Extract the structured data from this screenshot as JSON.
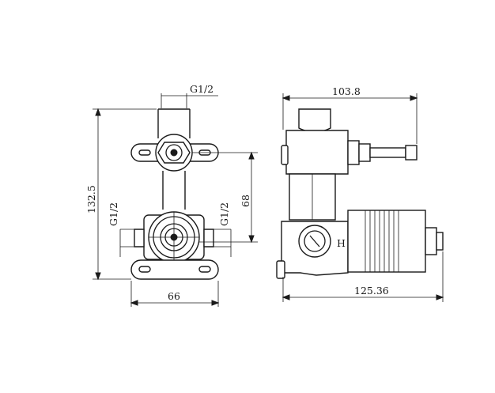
{
  "front_view": {
    "inlet_thread_top": "G1/2",
    "height": "132.5",
    "thread_left": "G1/2",
    "thread_right": "G1/2",
    "center_distance": "68",
    "width": "66"
  },
  "side_view": {
    "top_depth": "103.8",
    "overall_depth": "125.36",
    "hot_mark": "H"
  },
  "colors": {
    "line": "#1a1a1a",
    "background": "#ffffff"
  }
}
